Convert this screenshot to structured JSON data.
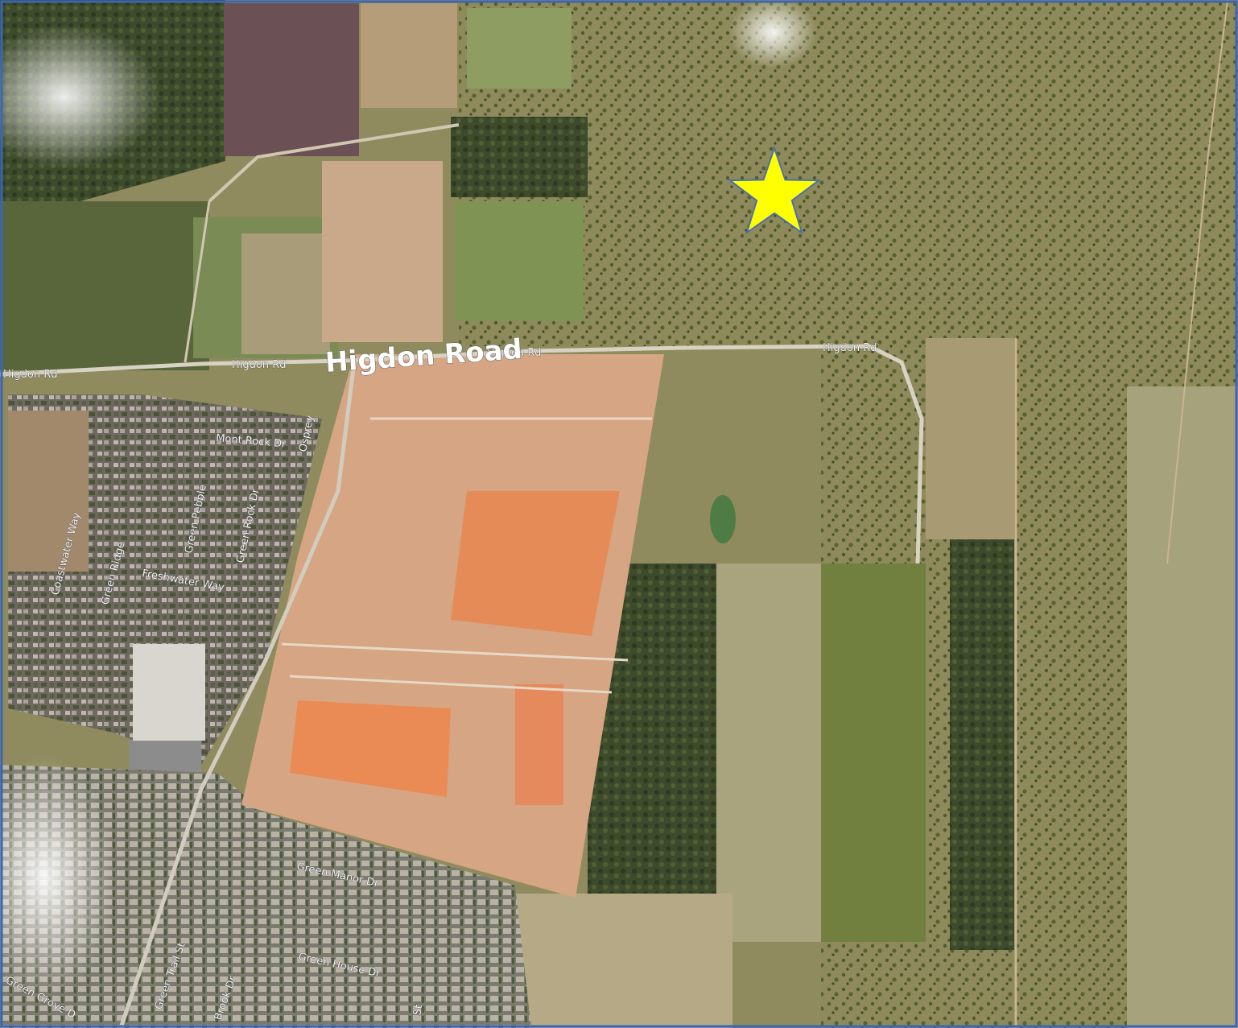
{
  "title": "Higdon Road",
  "marker": {
    "icon": "star-icon",
    "color": "#FFFF00",
    "outline": "#4A6FB0"
  },
  "streets": {
    "higdon_rd_west": "Higdon Rd",
    "higdon_rd_mid": "Higdon Rd",
    "higdon_rd_overlay": "Higdon Rd",
    "higdon_rd_east": "Higdon Rd",
    "mont_rock": "Mont Rock Dr",
    "osprey": "Osprey",
    "green_rock": "Green Rock Dr",
    "green_pebble": "Green Pebble",
    "green_ridge": "Green Ridge",
    "coastwater": "Coastwater Way",
    "freshwater": "Freshwater Way",
    "green_manor": "Green Manor Dr",
    "green_house": "Green House Dr",
    "green_grove": "Green Grove D",
    "green_trail": "Green Trail St",
    "brook": "Brook Dr",
    "st_fragment": "St"
  },
  "colors": {
    "frame": "#3B66B5",
    "dirt": "#D7A27A",
    "clay": "#E98A5A",
    "brush": "#5E6B3A",
    "field": "#9DA86A"
  }
}
